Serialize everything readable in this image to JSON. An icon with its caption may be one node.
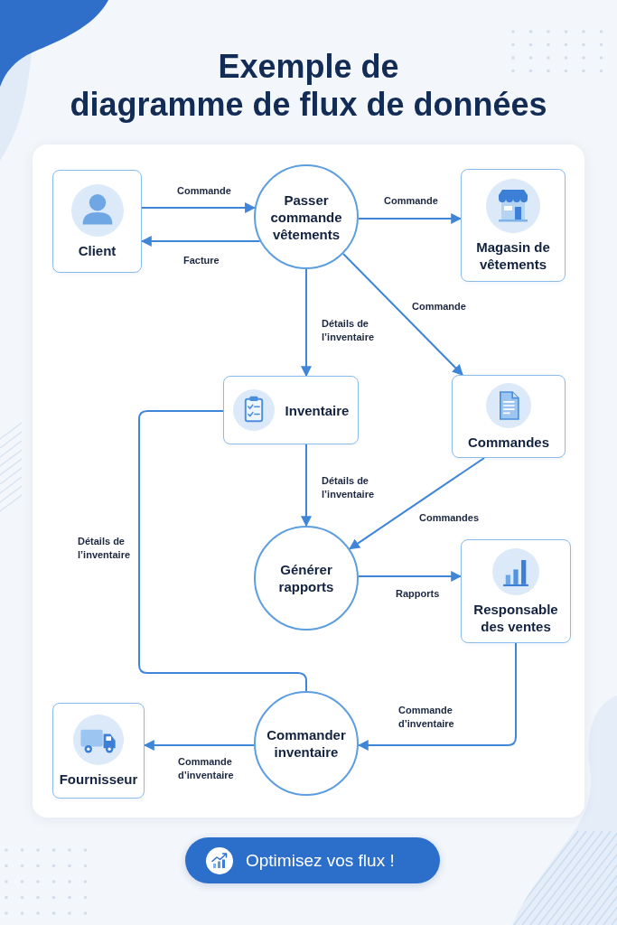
{
  "diagram": {
    "title": "Exemple de diagramme de flux de données",
    "nodes": [
      {
        "text": [
          "Client"
        ]
      },
      {
        "text": [
          "Passer commande vêtements"
        ]
      },
      {
        "text": [
          "Magasin de vêtements"
        ]
      },
      {
        "text": [
          "Inventaire"
        ]
      },
      {
        "text": [
          "Commandes"
        ]
      },
      {
        "text": [
          "Générer rapports"
        ]
      },
      {
        "text": [
          "Responsable des ventes"
        ]
      },
      {
        "text": [
          "Commander inventaire"
        ]
      },
      {
        "text": [
          "Fournisseur"
        ]
      }
    ],
    "edges": [
      {
        "from": 0,
        "to": 1,
        "arrow": "to",
        "label": "Commande"
      },
      {
        "from": 1,
        "to": 0,
        "arrow": "to",
        "label": "Facture"
      },
      {
        "from": 1,
        "to": 2,
        "arrow": "to",
        "label": "Commande"
      },
      {
        "from": 1,
        "to": 3,
        "arrow": "to",
        "label": "Détails de l’inventaire"
      },
      {
        "from": 1,
        "to": 4,
        "arrow": "to",
        "label": "Commande"
      },
      {
        "from": 3,
        "to": 5,
        "arrow": "to",
        "label": "Détails de l’inventaire"
      },
      {
        "from": 4,
        "to": 5,
        "arrow": "to",
        "label": "Commandes"
      },
      {
        "from": 5,
        "to": 6,
        "arrow": "to",
        "label": "Rapports"
      },
      {
        "from": 6,
        "to": 7,
        "arrow": "to",
        "label": "Commande d’inventaire"
      },
      {
        "from": 7,
        "to": 8,
        "arrow": "to",
        "label": "Commande d’inventaire"
      },
      {
        "from": 3,
        "to": 7,
        "arrow": "none",
        "label": "Détails de l’inventaire"
      }
    ],
    "labels": [
      "Optimisez vos flux !"
    ]
  }
}
